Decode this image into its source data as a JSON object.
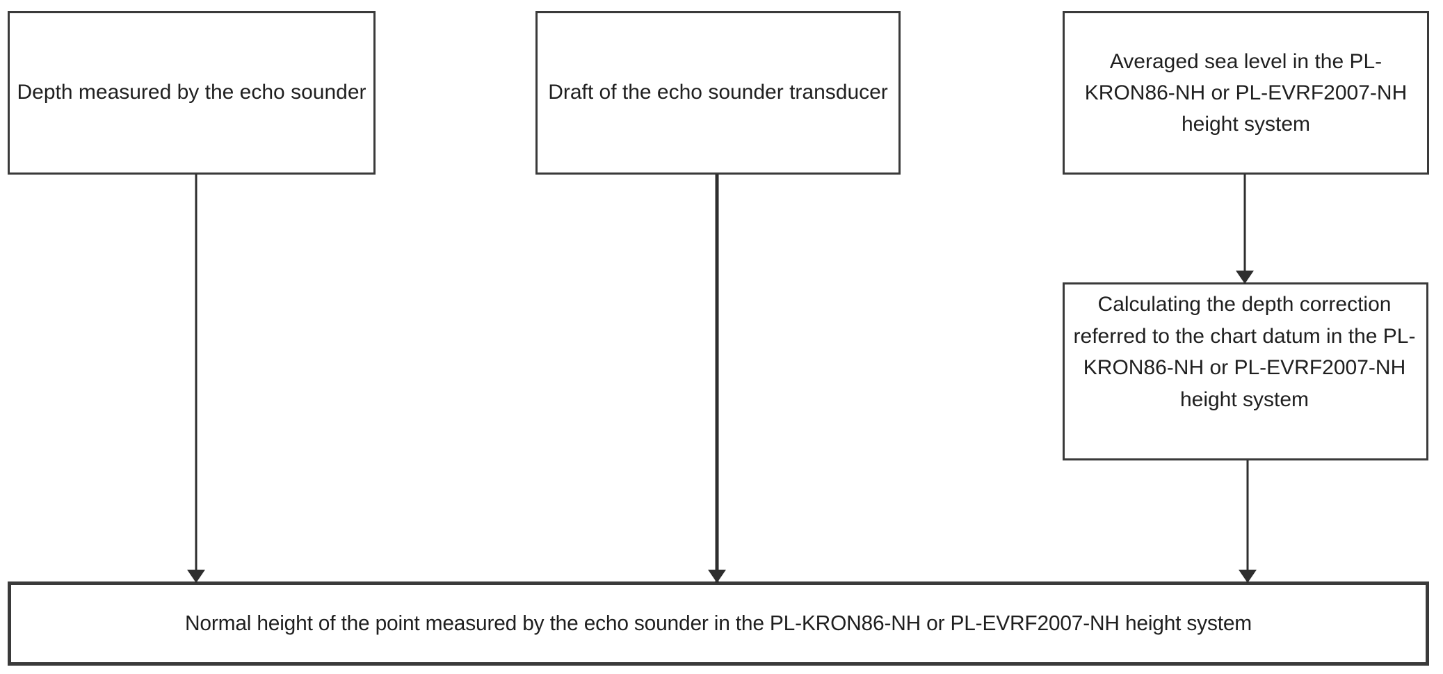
{
  "diagram": {
    "type": "flowchart",
    "title": "",
    "background_color": "#ffffff",
    "line_color": "#2e2e2e",
    "box_border_color": "#3a3a3a",
    "text_color": "#1f1f1f",
    "nodes": [
      {
        "id": "depth",
        "label": "Depth measured by the echo sounder",
        "row": "top",
        "column": 1
      },
      {
        "id": "draft",
        "label": "Draft of the echo sounder transducer",
        "row": "top",
        "column": 2
      },
      {
        "id": "sealevel",
        "label": "Averaged sea level  in the PL-KRON86-NH or PL-EVRF2007-NH height system",
        "row": "top",
        "column": 3
      },
      {
        "id": "calc",
        "label": "Calculating the depth correction referred to the chart datum in the PL-KRON86-NH or PL-EVRF2007-NH height system",
        "row": "middle",
        "column": 3
      },
      {
        "id": "result",
        "label": "Normal height of the point measured by the echo sounder in the PL-KRON86-NH or PL-EVRF2007-NH height system",
        "row": "bottom",
        "column": "full-width"
      }
    ],
    "edges": [
      {
        "id": "depth-result",
        "from": "depth",
        "to": "result",
        "arrowhead": "filled-triangle"
      },
      {
        "id": "draft-result",
        "from": "draft",
        "to": "result",
        "arrowhead": "filled-triangle"
      },
      {
        "id": "sealevel-calc",
        "from": "sealevel",
        "to": "calc",
        "arrowhead": "filled-triangle"
      },
      {
        "id": "calc-result",
        "from": "calc",
        "to": "result",
        "arrowhead": "filled-triangle"
      }
    ]
  }
}
